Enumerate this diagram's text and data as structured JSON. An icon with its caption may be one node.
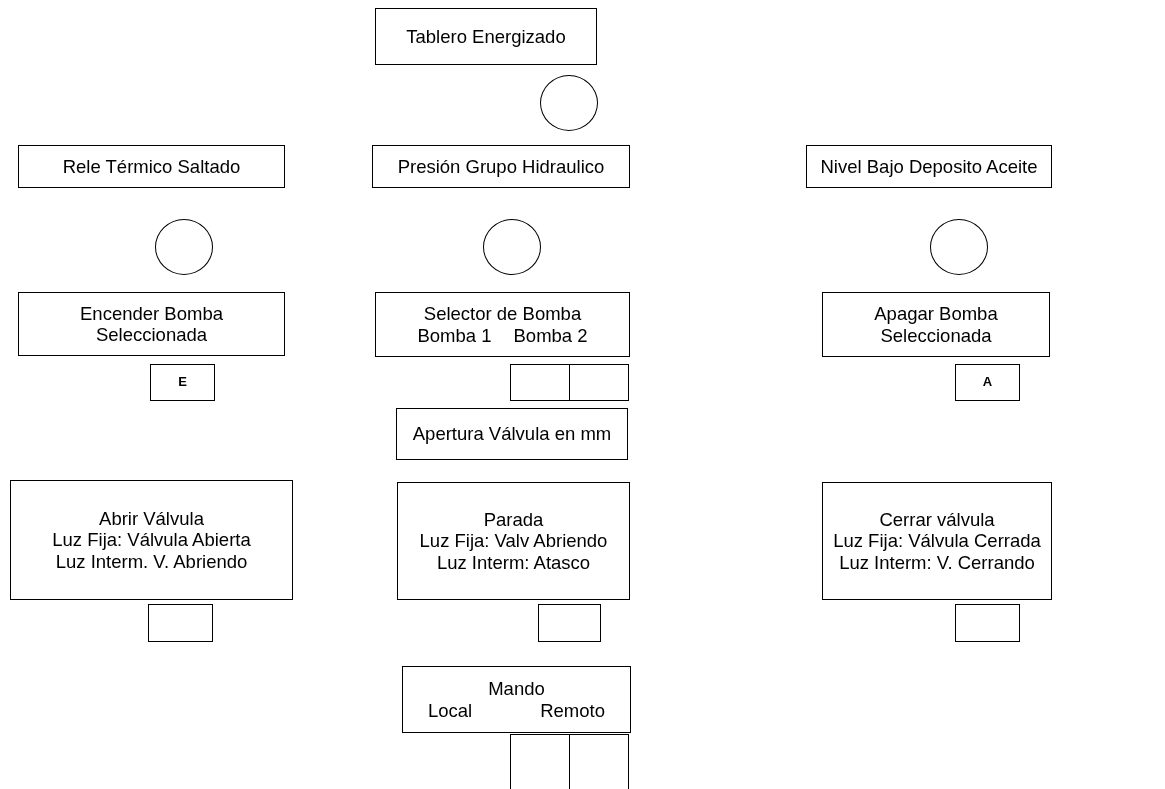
{
  "diagram": {
    "nodes": [
      {
        "text": [
          "Tablero Energizado"
        ]
      },
      {
        "text": [],
        "shape": "circle"
      },
      {
        "text": [
          "Rele Térmico Saltado"
        ]
      },
      {
        "text": [
          "Presión Grupo Hidraulico"
        ]
      },
      {
        "text": [
          "Nivel Bajo Deposito Aceite"
        ]
      },
      {
        "text": [],
        "shape": "circle"
      },
      {
        "text": [],
        "shape": "circle"
      },
      {
        "text": [],
        "shape": "circle"
      },
      {
        "text": [
          "Encender Bomba Seleccionada"
        ]
      },
      {
        "text": [
          "Selector de Bomba",
          "Bomba 1",
          "Bomba 2"
        ]
      },
      {
        "text": [
          "Apagar Bomba Seleccionada"
        ]
      },
      {
        "text": [
          "E"
        ]
      },
      {
        "text": [],
        "shape": "box"
      },
      {
        "text": [],
        "shape": "box"
      },
      {
        "text": [
          "A"
        ]
      },
      {
        "text": [
          "Apertura Válvula en  mm"
        ]
      },
      {
        "text": [
          "Abrir Válvula",
          "Luz Fija: Válvula Abierta",
          "Luz Interm. V. Abriendo"
        ]
      },
      {
        "text": [
          "Parada",
          "Luz Fija: Valv Abriendo",
          "Luz Interm:  Atasco"
        ]
      },
      {
        "text": [
          "Cerrar válvula",
          "Luz Fija: Válvula Cerrada",
          "Luz Interm: V. Cerrando"
        ]
      },
      {
        "text": [],
        "shape": "box"
      },
      {
        "text": [],
        "shape": "box"
      },
      {
        "text": [],
        "shape": "box"
      },
      {
        "text": [
          "Mando",
          "Local",
          "Remoto"
        ]
      },
      {
        "text": [],
        "shape": "box"
      },
      {
        "text": [],
        "shape": "box"
      }
    ]
  }
}
